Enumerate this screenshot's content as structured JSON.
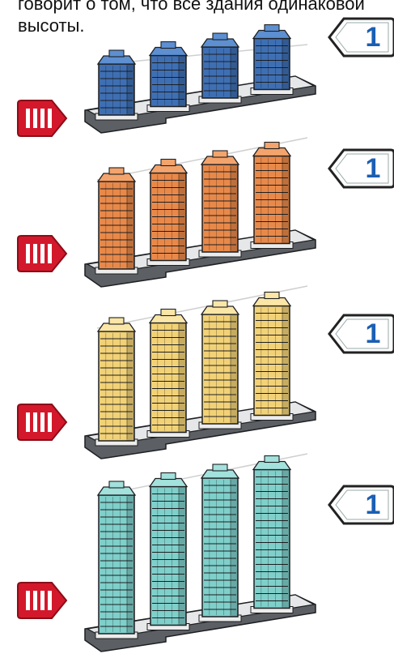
{
  "caption": {
    "line1": "говорит о том, что все здания одинаковой",
    "line2": "высоты."
  },
  "rows": [
    {
      "level_label": "1",
      "color": "#3f6fb3",
      "top_color": "#5d8fd1",
      "floors": 7
    },
    {
      "level_label": "1",
      "color": "#e8894a",
      "top_color": "#f3a46c",
      "floors": 12
    },
    {
      "level_label": "1",
      "color": "#f2d277",
      "top_color": "#fae6a6",
      "floors": 15
    },
    {
      "level_label": "1",
      "color": "#7fcfca",
      "top_color": "#a3e1dc",
      "floors": 19
    }
  ]
}
